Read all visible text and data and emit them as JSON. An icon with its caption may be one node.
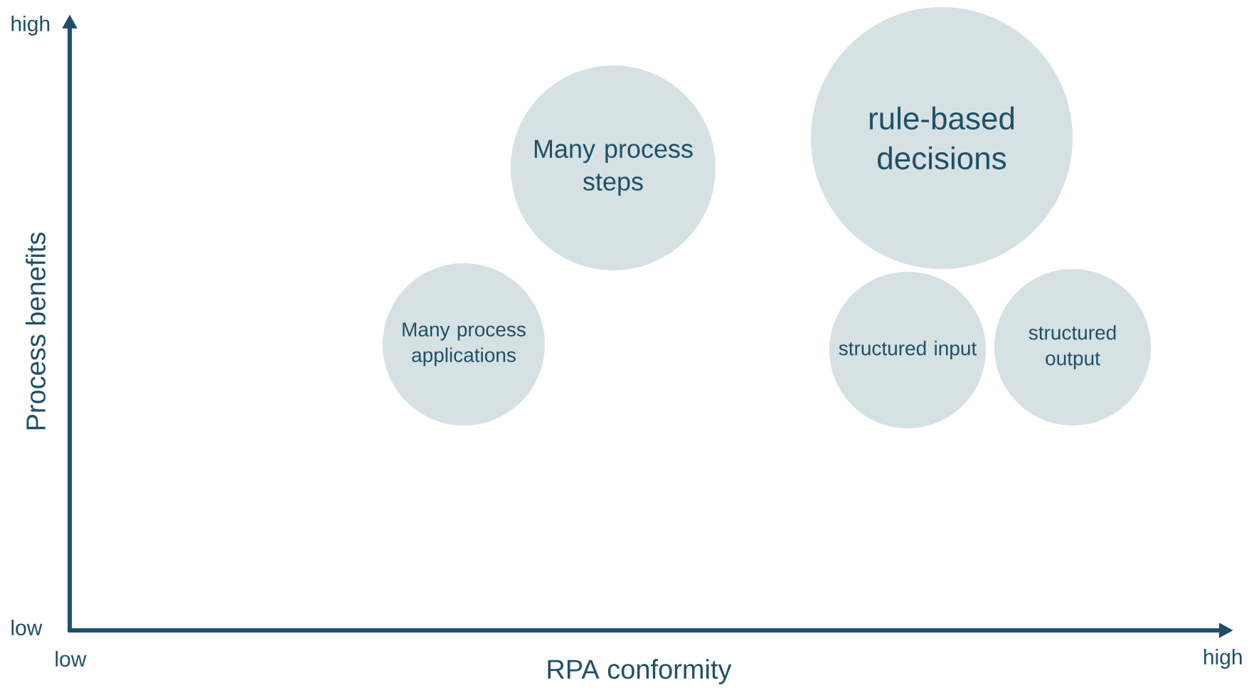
{
  "diagram": {
    "nodes": [
      {
        "text": [
          "Many process steps"
        ]
      },
      {
        "text": [
          "rule-based decisions"
        ]
      },
      {
        "text": [
          "Many process applications"
        ]
      },
      {
        "text": [
          "structured input"
        ]
      },
      {
        "text": [
          "structured output"
        ]
      }
    ],
    "labels": [
      "high",
      "Process benefits",
      "low",
      "low",
      "RPA conformity",
      "high"
    ]
  }
}
